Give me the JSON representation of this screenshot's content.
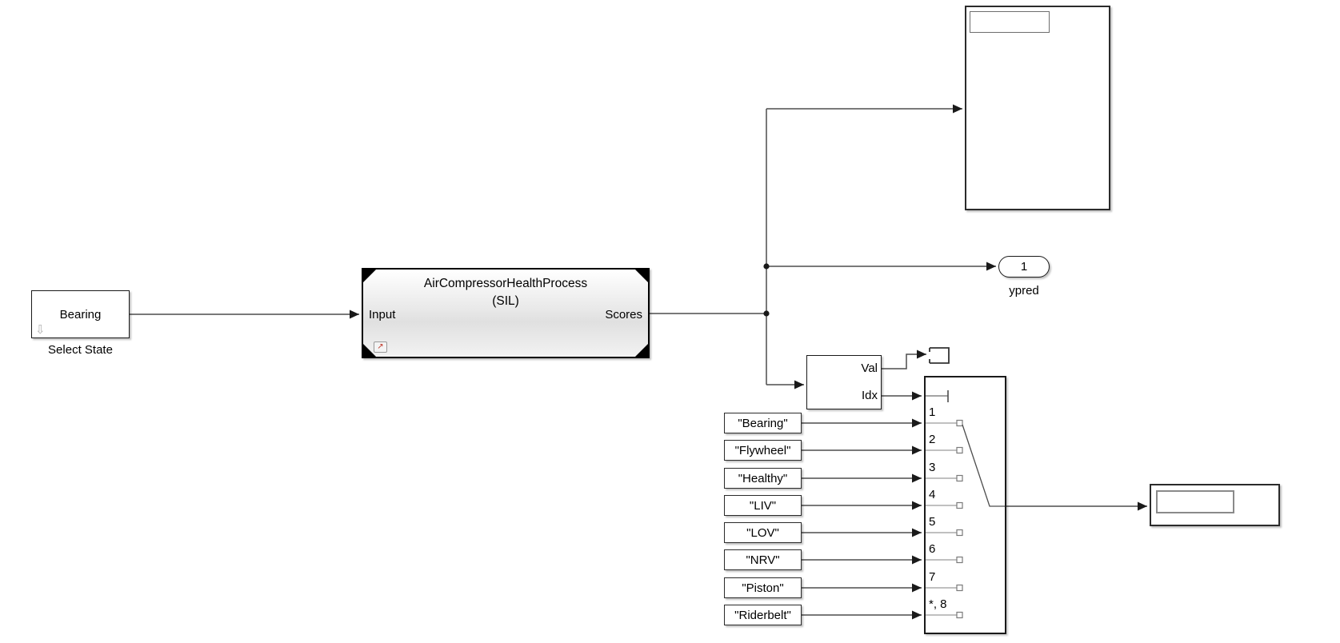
{
  "select_state": {
    "value": "Bearing",
    "label": "Select State"
  },
  "sil": {
    "title_line1": "AirCompressorHealthProcess",
    "title_line2": "(SIL)",
    "input_port": "Input",
    "output_port": "Scores",
    "badge_glyph": "↗"
  },
  "outport": {
    "number": "1",
    "label": "ypred"
  },
  "maximum": {
    "val_port": "Val",
    "idx_port": "Idx"
  },
  "multiport_switch": {
    "ports": [
      "1",
      "2",
      "3",
      "4",
      "5",
      "6",
      "7",
      "*, 8"
    ]
  },
  "constants": [
    "\"Bearing\"",
    "\"Flywheel\"",
    "\"Healthy\"",
    "\"LIV\"",
    "\"LOV\"",
    "\"NRV\"",
    "\"Piston\"",
    "\"Riderbelt\""
  ],
  "icons": {
    "dropdown_arrow": "⇩"
  },
  "colors": {
    "wire": "#4d4d4d",
    "block_border": "#1a1a1a",
    "switch_internal": "#858585"
  }
}
